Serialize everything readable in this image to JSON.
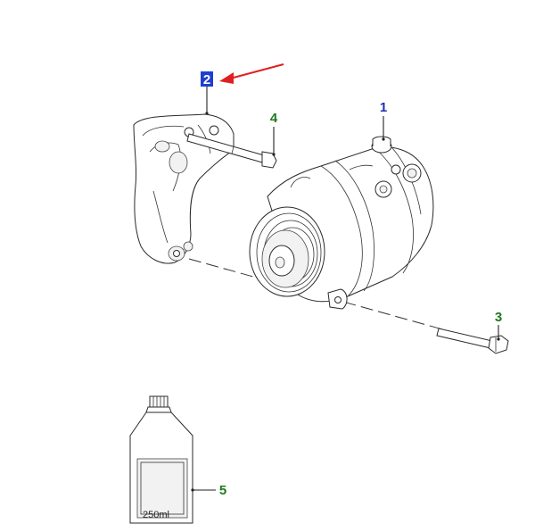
{
  "callouts": {
    "item1": {
      "number": "1",
      "color": "#1f2fb5"
    },
    "item2": {
      "number": "2",
      "color": "#ffffff",
      "highlight": "#1e3fd0"
    },
    "item3": {
      "number": "3",
      "color": "#1c7a1c"
    },
    "item4": {
      "number": "4",
      "color": "#1c7a1c"
    },
    "item5": {
      "number": "5",
      "color": "#1c7a1c"
    }
  },
  "bottle": {
    "volume_label": "250ml"
  },
  "arrow": {
    "color": "#e02020"
  }
}
